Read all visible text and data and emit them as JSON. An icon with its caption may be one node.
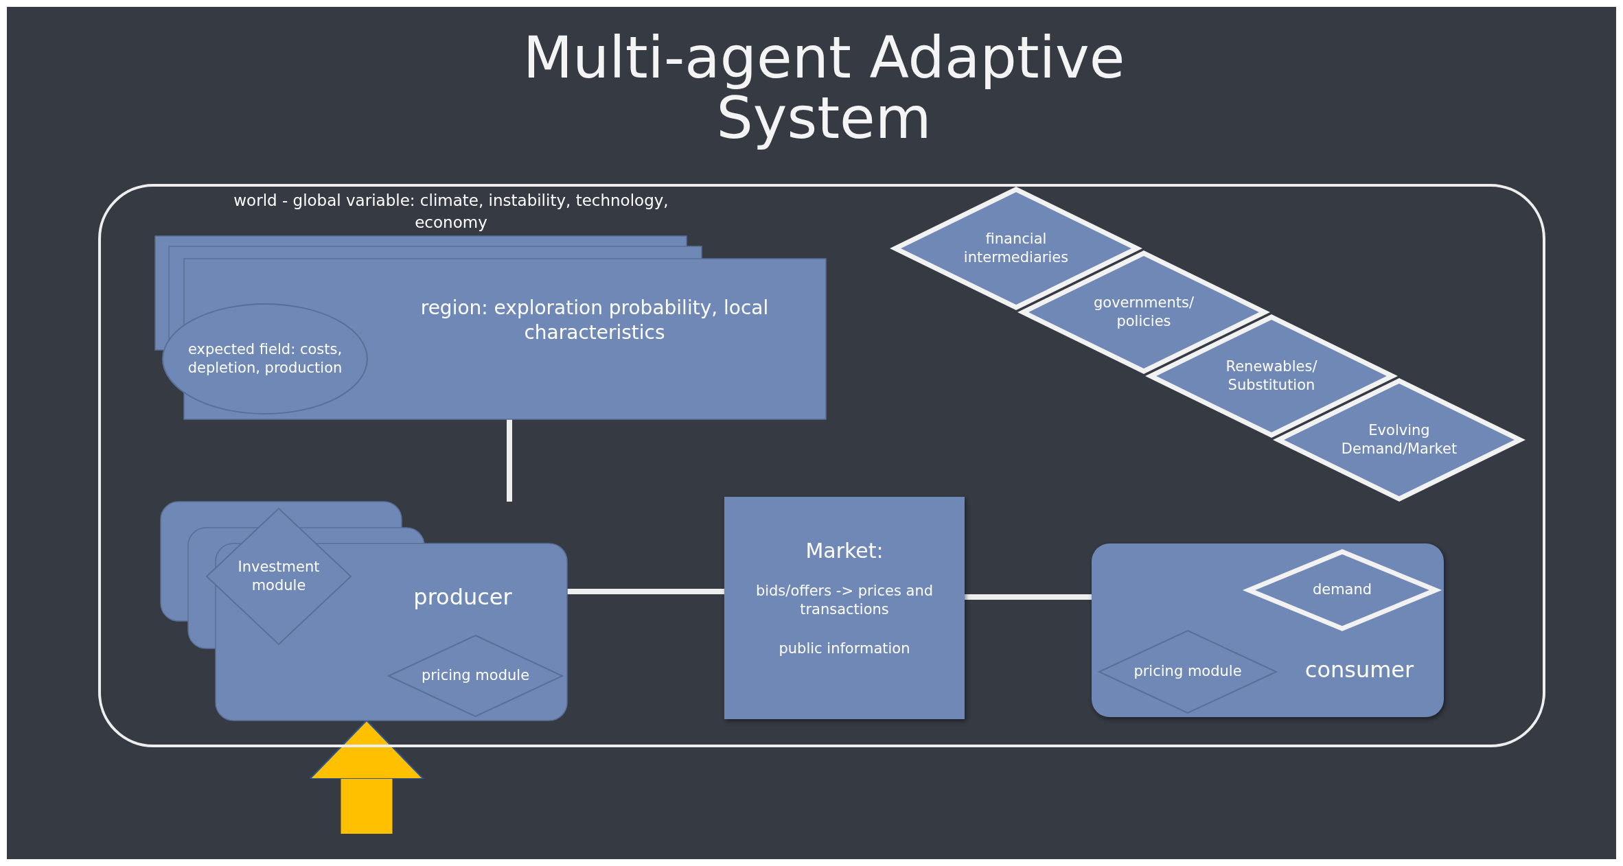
{
  "diagram": {
    "title": "Multi-agent Adaptive System",
    "nodes": [
      {
        "text": [
          "world - global variable: climate, instability, technology, economy"
        ]
      },
      {
        "text": [
          "region: exploration probability, local characteristics"
        ],
        "in": 0
      },
      {
        "text": [
          "expected field: costs, depletion, production"
        ],
        "in": 1
      },
      {
        "text": [
          "financial intermediaries"
        ],
        "in": 0
      },
      {
        "text": [
          "governments/ policies"
        ],
        "in": 0
      },
      {
        "text": [
          "Renewables/ Substitution"
        ],
        "in": 0
      },
      {
        "text": [
          "Evolving Demand/Market"
        ],
        "in": 0
      },
      {
        "text": [
          "producer"
        ],
        "in": 0
      },
      {
        "text": [
          "Investment module"
        ],
        "in": 0
      },
      {
        "text": [
          "pricing module"
        ],
        "in": 7
      },
      {
        "text": [
          "Market:",
          "bids/offers -> prices and transactions",
          "public information"
        ],
        "in": 0
      },
      {
        "text": [
          "consumer"
        ],
        "in": 0
      },
      {
        "text": [
          "demand"
        ],
        "in": 11
      },
      {
        "text": [
          "pricing module"
        ],
        "in": 11
      }
    ],
    "edges": [
      {
        "from": 1,
        "to": 7,
        "arrow": "none"
      },
      {
        "from": 7,
        "to": 10,
        "arrow": "none"
      },
      {
        "from": 10,
        "to": 11,
        "arrow": "none"
      },
      {
        "from": null,
        "to": 7,
        "arrow": "to",
        "style": "thick",
        "color": "#ffc000"
      }
    ]
  }
}
